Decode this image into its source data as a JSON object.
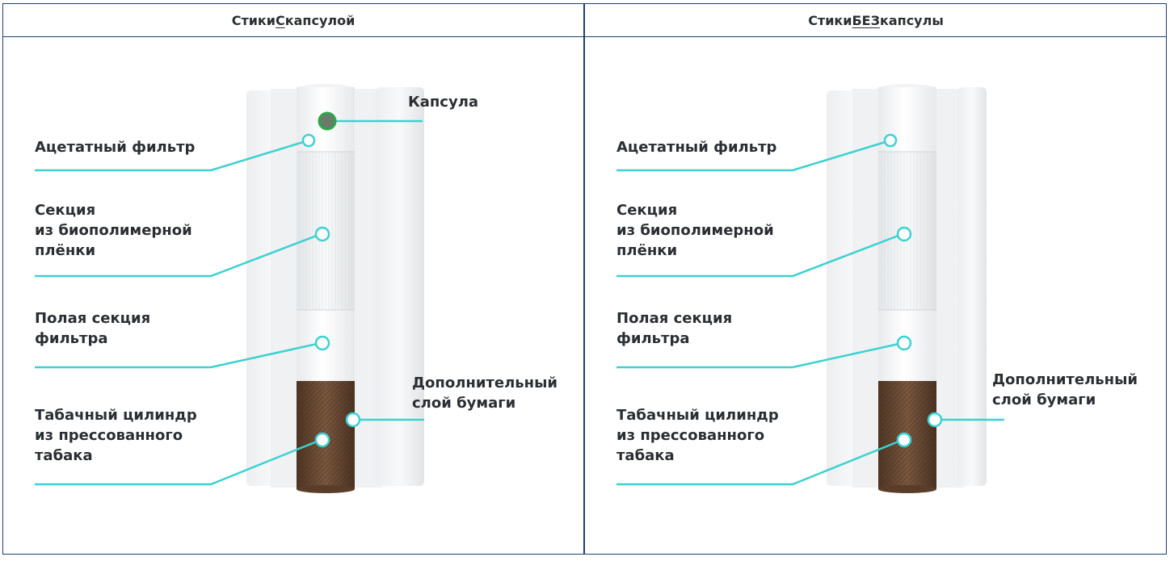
{
  "header": {
    "left": {
      "prefix": "Стики ",
      "emphasis": "С",
      "suffix": " капсулой"
    },
    "right": {
      "prefix": "Стики ",
      "emphasis": "БЕЗ",
      "suffix": " капсулы"
    }
  },
  "left_panel": {
    "labels": {
      "capsule": "Капсула",
      "acetate_filter": "Ацетатный фильтр",
      "biopolymer_section": "Секция\nиз биополимерной\nплёнки",
      "hollow_section": "Полая секция\nфильтра",
      "extra_paper": "Дополнительный\nслой бумаги",
      "tobacco_cylinder": "Табачный цилиндр\nиз прессованного\nтабака"
    }
  },
  "right_panel": {
    "labels": {
      "acetate_filter": "Ацетатный фильтр",
      "biopolymer_section": "Секция\nиз биополимерной\nплёнки",
      "hollow_section": "Полая секция\nфильтра",
      "extra_paper": "Дополнительный\nслой бумаги",
      "tobacco_cylinder": "Табачный цилиндр\nиз прессованного\nтабака"
    }
  },
  "colors": {
    "border": "#1f3f6e",
    "callout": "#3dd1d1",
    "capsule": "#2aa84a",
    "tobacco": "#6b4a33"
  }
}
